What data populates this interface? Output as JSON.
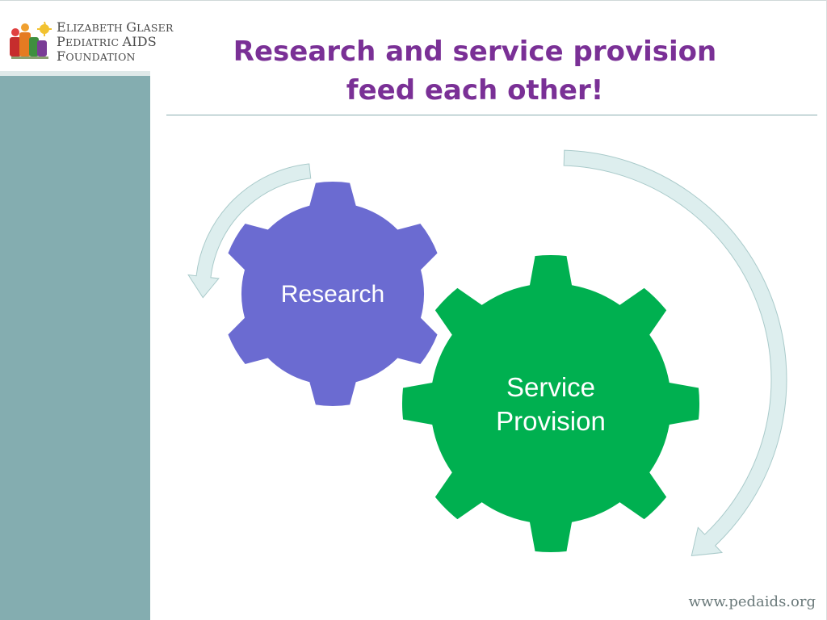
{
  "logo": {
    "line1_initial": "E",
    "line1_rest": "LIZABETH",
    "line1b_initial": "G",
    "line1b_rest": "LASER",
    "line2_initial": "P",
    "line2_rest": "EDIATRIC",
    "line2_aids": "AIDS",
    "line3_initial": "F",
    "line3_rest": "OUNDATION"
  },
  "slide": {
    "title_line1": "Research and service provision",
    "title_line2": "feed each other!"
  },
  "diagram": {
    "gear_research_label": "Research",
    "gear_service_label_line1": "Service",
    "gear_service_label_line2": "Provision",
    "colors": {
      "research": "#6b6bd1",
      "service": "#00b050",
      "arrow": "#ddeeee",
      "arrow_stroke": "#a9caca"
    }
  },
  "footer": {
    "url": "www.pedaids.org"
  },
  "icons": {
    "logo_mark": "egpaf-logo-icon",
    "cycle_arrow": "curved-arrow-icon"
  }
}
